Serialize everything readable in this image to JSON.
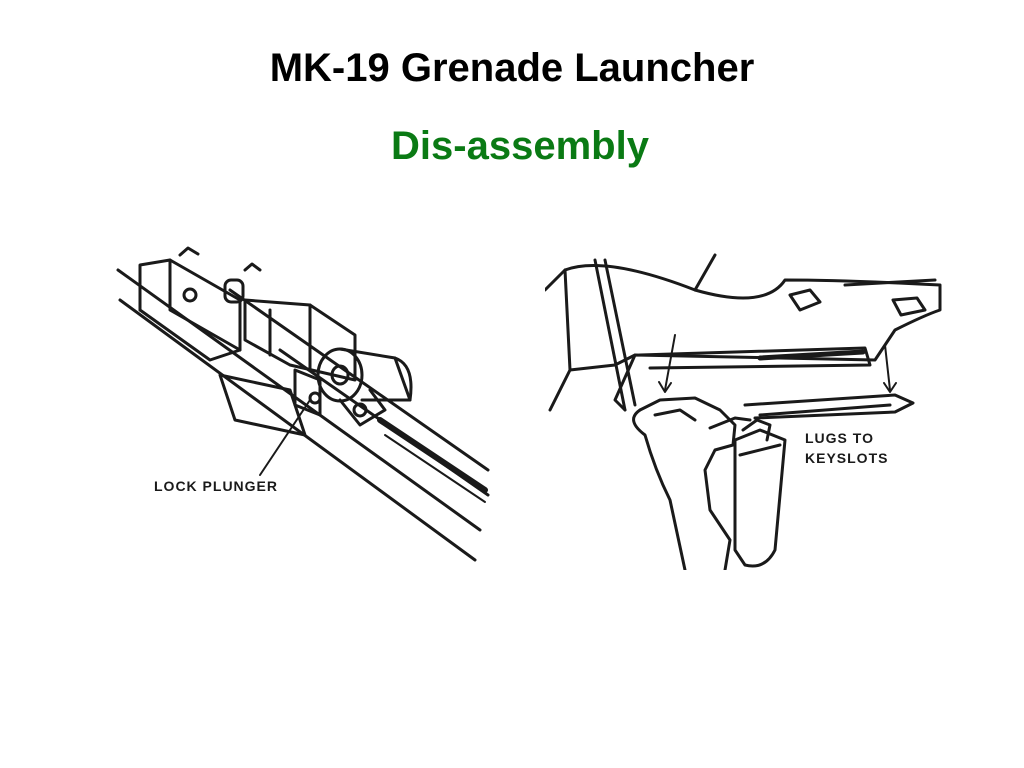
{
  "slide": {
    "title": "MK-19 Grenade Launcher",
    "subtitle": "Dis-assembly",
    "title_color": "#000000",
    "subtitle_color": "#0a7a14"
  },
  "figures": {
    "left": {
      "callout": "LOCK PLUNGER"
    },
    "right": {
      "callout": "LUGS TO KEYSLOTS"
    }
  }
}
